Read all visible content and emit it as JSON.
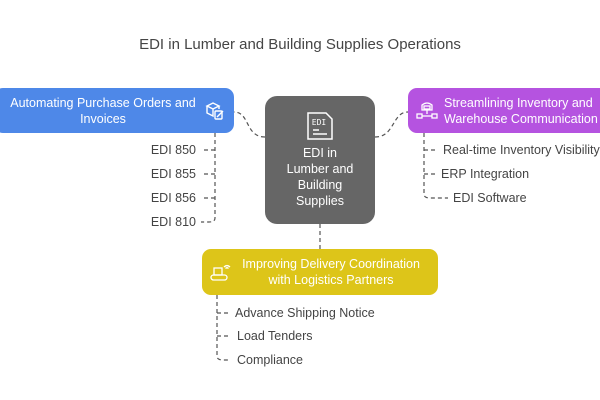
{
  "title": "EDI in Lumber and Building Supplies Operations",
  "center": {
    "label_lines": [
      "EDI in",
      "Lumber and",
      "Building",
      "Supplies"
    ],
    "icon": "edi-document-icon",
    "icon_text": "EDI",
    "color": "#666666"
  },
  "branches": [
    {
      "label_lines": [
        "Automating Purchase Orders and",
        "Invoices"
      ],
      "icon": "boxes-edit-icon",
      "color": "#4e88e8",
      "items": [
        "EDI 850",
        "EDI 855",
        "EDI 856",
        "EDI 810"
      ]
    },
    {
      "label_lines": [
        "Streamlining Inventory and",
        "Warehouse Communication"
      ],
      "icon": "warehouse-network-icon",
      "color": "#b553e0",
      "items": [
        "Real-time Inventory Visibility",
        "ERP Integration",
        "EDI Software"
      ]
    },
    {
      "label_lines": [
        "Improving Delivery Coordination",
        "with Logistics Partners"
      ],
      "icon": "conveyor-wifi-icon",
      "color": "#ddc519",
      "items": [
        "Advance Shipping Notice",
        "Load Tenders",
        "Compliance"
      ]
    }
  ]
}
